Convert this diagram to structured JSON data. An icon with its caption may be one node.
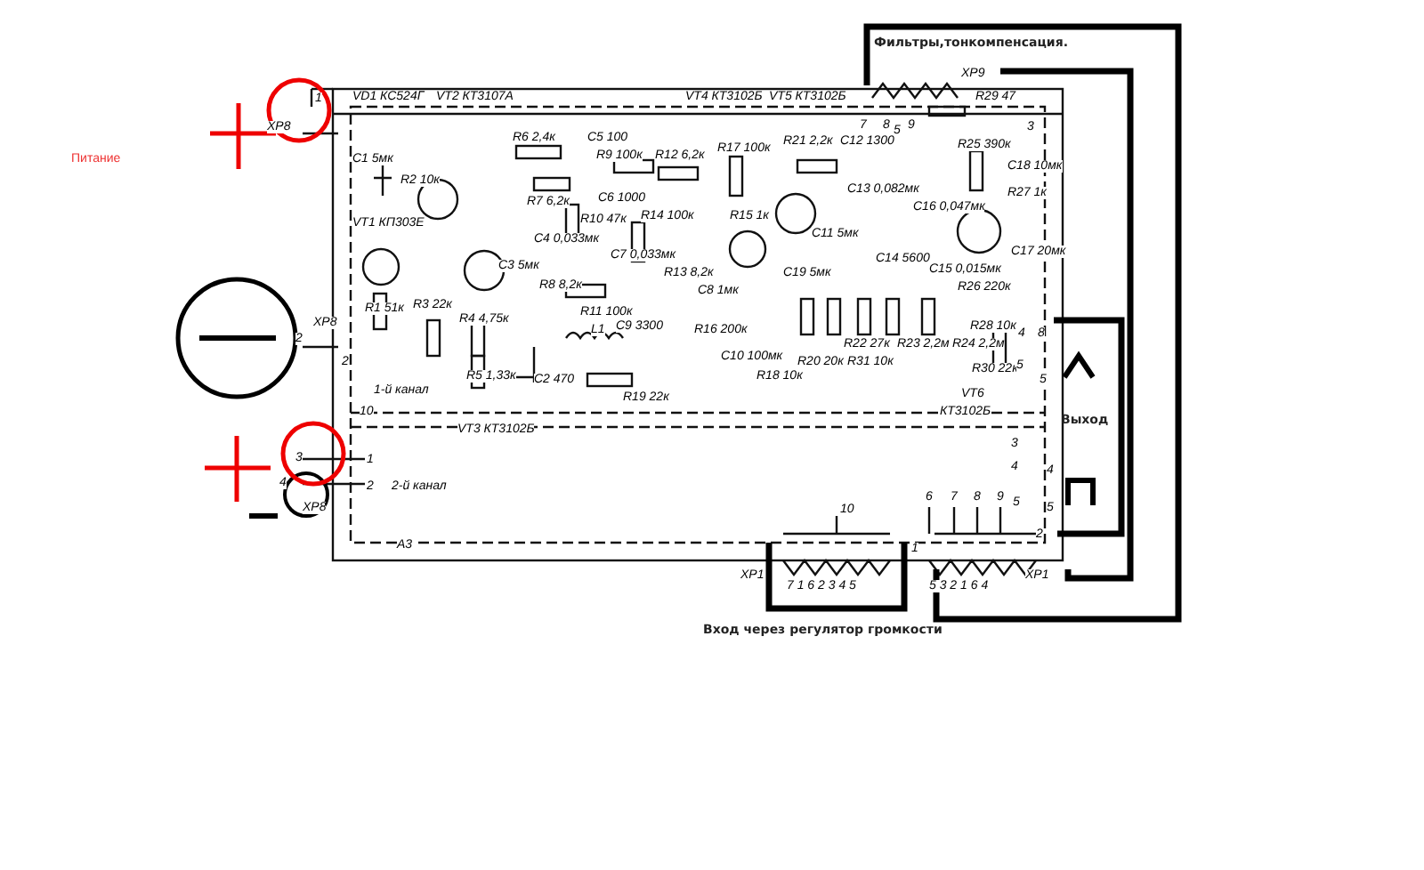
{
  "diagram": {
    "nodes": [
      {
        "text": [
          "Фильтры,тонкомпенсация."
        ]
      },
      {
        "text": [
          "Выход"
        ]
      },
      {
        "text": [
          "Вход через регулятор громкости"
        ]
      }
    ],
    "labels": [
      "Питание",
      "1",
      "XP8",
      "VD1 КС524Г",
      "VT2 КТ3107А",
      "VT4 КТ3102Б",
      "VT5 КТ3102Б",
      "XP9",
      "7",
      "8",
      "9",
      "R29 47",
      "5",
      "3",
      "C1 5мк",
      "R6 2,4к",
      "C5 100",
      "R9 100к",
      "R12 6,2к",
      "R17 100к",
      "R21 2,2к",
      "C12 1300",
      "R25 390к",
      "C18 10мк",
      "R2 10к",
      "R7 6,2к",
      "C6 1000",
      "C13 0,082мк",
      "R27 1к",
      "VT1 КП303Е",
      "R10 47к",
      "R14 100к",
      "R15 1к",
      "C16 0,047мк",
      "C11 5мк",
      "C4 0,033мк",
      "C7 0,033мк",
      "C17 20мк",
      "C3 5мк",
      "C19 5мк",
      "C14 5600",
      "C15 0,015мк",
      "R8 8,2к",
      "R13 8,2к",
      "C8 1мк",
      "R26 220к",
      "R1 51к",
      "R3 22к",
      "R4 4,75к",
      "R11 100к",
      "L1",
      "C9 3300",
      "R16 200к",
      "C10 100мк",
      "R18 10к",
      "R20 20к",
      "R31 10к",
      "R22 27к",
      "R23 2,2м",
      "R24 2,2м",
      "R28 10к",
      "4",
      "8",
      "R30 22к",
      "5",
      "5",
      "VT6",
      "КТ3102Б",
      "2",
      "XP8",
      "2",
      "R5 1,33к",
      "C2 470",
      "R19 22к",
      "1-й канал",
      "10",
      "VT3 КТ3102Б",
      "3",
      "1",
      "4",
      "XP8",
      "2",
      "2-й канал",
      "A3",
      "3",
      "4",
      "4",
      "5",
      "5",
      "6",
      "7",
      "8",
      "9",
      "10",
      "1",
      "2",
      "XP1",
      "7 1 6 2 3 4 5",
      "5 3 2 1 6 4",
      "XP1"
    ]
  }
}
